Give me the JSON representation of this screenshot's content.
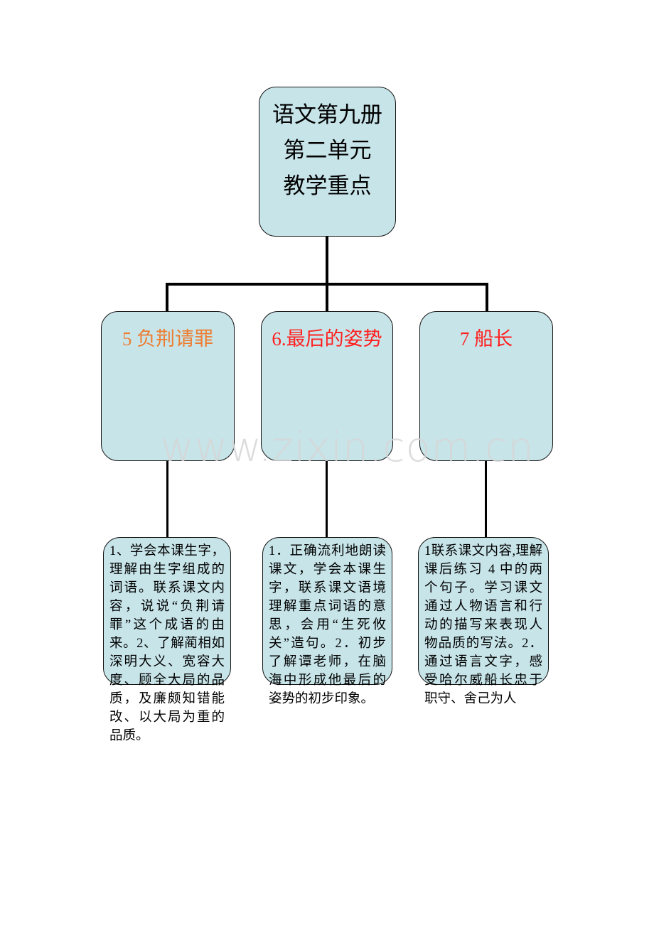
{
  "watermark": "www.zixin.com.cn",
  "colors": {
    "node_fill": "#c7e4e9",
    "node_border": "#141414",
    "connector": "#000000",
    "unit1_title": "#ed7d31",
    "unit2_title": "#ff1f1f",
    "unit3_title": "#ff1f1f"
  },
  "root": {
    "lines": [
      "语文第九册",
      "第二单元",
      "教学重点"
    ]
  },
  "units": [
    {
      "title": "5 负荆请罪",
      "title_color": "#ed7d31",
      "detail": "1、学会本课生字，理解由生字组成的词语。联系课文内容，说说“负荆请罪”这个成语的由来。2、了解蔺相如深明大义、宽容大度、顾全大局的品质，及廉颇知错能改、以大局为重的品质。"
    },
    {
      "title": "6.最后的姿势",
      "title_color": "#ff1f1f",
      "detail": "1．正确流利地朗读课文，学会本课生字，联系课文语境理解重点词语的意思，会用“生死攸关”造句。2．初步了解谭老师，在脑海中形成他最后的姿势的初步印象。"
    },
    {
      "title": "7 船长",
      "title_color": "#ff1f1f",
      "detail": "1联系课文内容,理解课后练习 4 中的两个句子。学习课文通过人物语言和行动的描写来表现人物品质的写法。2．通过语言文字，感受哈尔威船长忠于职守、舍己为人"
    }
  ]
}
